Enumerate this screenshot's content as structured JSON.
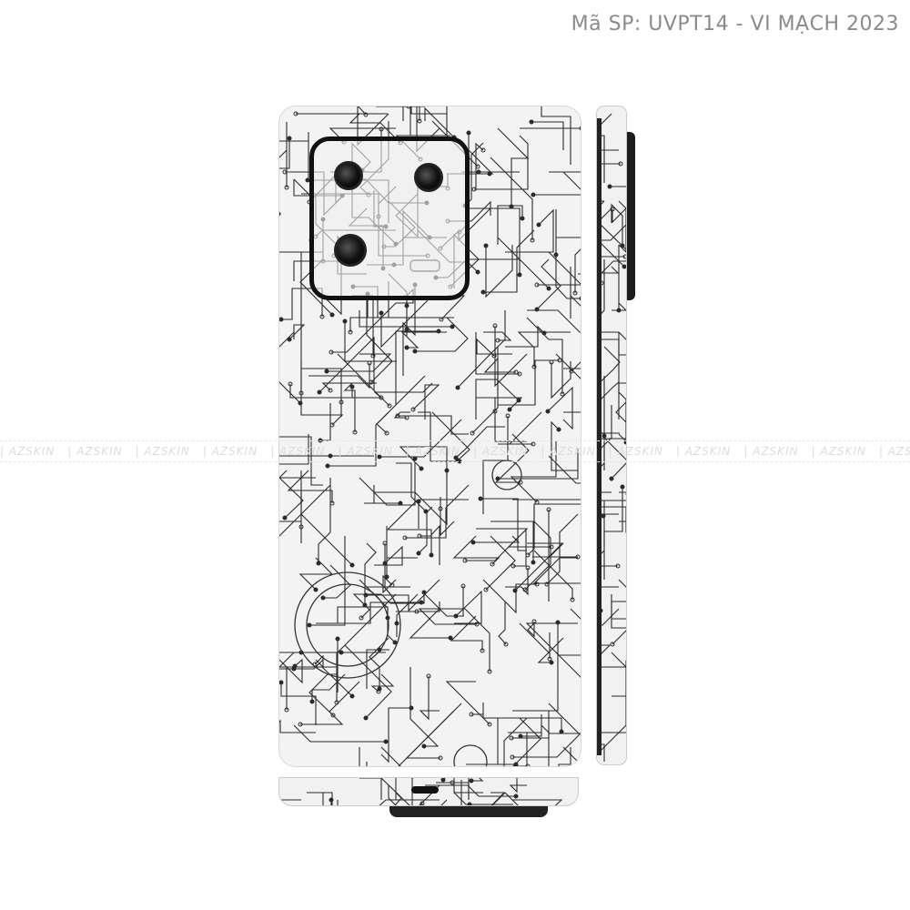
{
  "header": {
    "title": "Mã SP: UVPT14 - VI MẠCH 2023"
  },
  "watermark": {
    "text": "AZSKIN",
    "repeat": 16
  },
  "colors": {
    "trace": "#2a2a2a",
    "skin": "#f3f3f3",
    "title": "#8a8a8a"
  }
}
